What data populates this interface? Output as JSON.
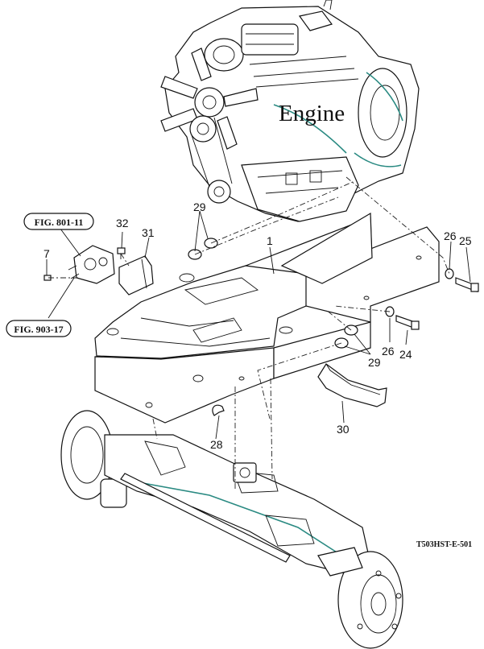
{
  "labels": {
    "engine": "Engine",
    "fig_801": "FIG. 801-11",
    "fig_903": "FIG. 903-17",
    "part_1": "1",
    "part_7": "7",
    "part_24": "24",
    "part_25": "25",
    "part_26_top": "26",
    "part_26_bottom": "26",
    "part_28": "28",
    "part_29_top": "29",
    "part_29_bottom": "29",
    "part_30": "30",
    "part_31": "31",
    "part_32": "32",
    "drawing_code": "T503HST-E-501"
  }
}
